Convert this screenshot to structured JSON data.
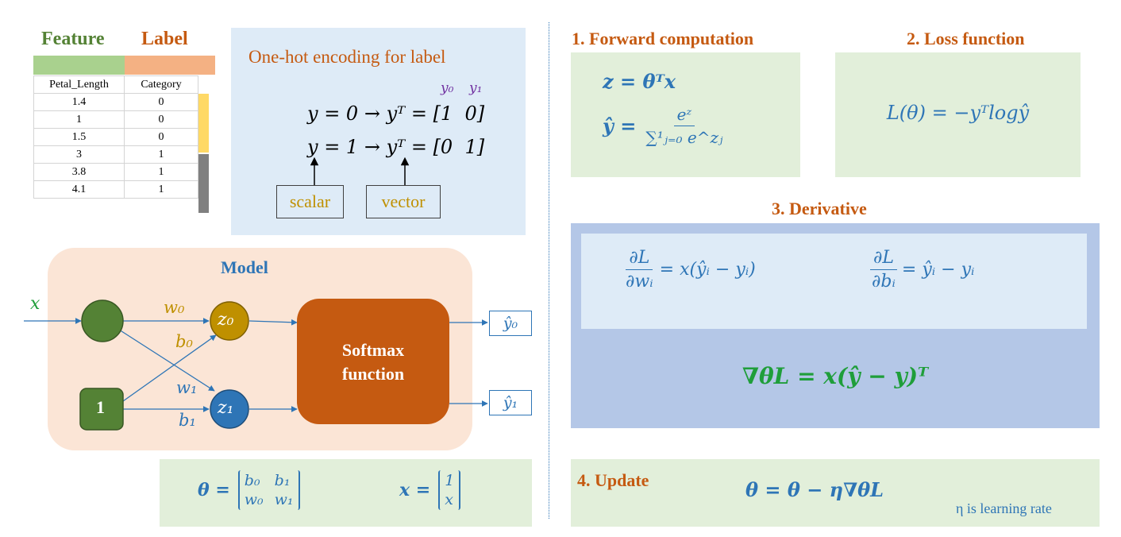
{
  "table": {
    "feature_header": "Feature",
    "label_header": "Label",
    "columns": [
      "Petal_Length",
      "Category"
    ],
    "rows": [
      [
        "1.4",
        "0"
      ],
      [
        "1",
        "0"
      ],
      [
        "1.5",
        "0"
      ],
      [
        "3",
        "1"
      ],
      [
        "3.8",
        "1"
      ],
      [
        "4.1",
        "1"
      ]
    ]
  },
  "onehot": {
    "title": "One-hot encoding for label",
    "y0": "y₀",
    "y1": "y₁",
    "eq0": "y = 0 → yᵀ = [1  0]",
    "eq1": "y = 1 → yᵀ = [0  1]",
    "scalar_label": "scalar",
    "vector_label": "vector"
  },
  "model": {
    "title": "Model",
    "input_x": "x",
    "bias_node": "1",
    "w0": "w₀",
    "b0": "b₀",
    "w1": "w₁",
    "b1": "b₁",
    "z0": "z₀",
    "z1": "z₁",
    "softmax_line1": "Softmax",
    "softmax_line2": "function",
    "yhat0": "ŷ₀",
    "yhat1": "ŷ₁"
  },
  "params": {
    "theta_lhs": "θ =",
    "theta": [
      [
        "b₀",
        "b₁"
      ],
      [
        "w₀",
        "w₁"
      ]
    ],
    "x_lhs": "x =",
    "x": [
      "1",
      "x"
    ]
  },
  "forward": {
    "title": "1. Forward computation",
    "eq1": "z = θᵀx",
    "yhat_lhs": "ŷ =",
    "numerator": "eᶻ",
    "denominator": "∑¹ⱼ₌₀ e^zⱼ"
  },
  "loss": {
    "title": "2. Loss function",
    "eq": "L(θ) = −yᵀlogŷ"
  },
  "derivative": {
    "title": "3. Derivative",
    "dL": "∂L",
    "dw": "∂wᵢ",
    "rhs_w": "= x(ŷᵢ − yᵢ)",
    "db": "∂bᵢ",
    "rhs_b": "= ŷᵢ − yᵢ",
    "gradient": "∇θL = x(ŷ − y)ᵀ"
  },
  "update": {
    "title": "4. Update",
    "eq": "θ = θ − η∇θL",
    "note": "η is learning rate"
  },
  "colors": {
    "orange": "#c55a11",
    "blue": "#2e75b6",
    "gold": "#bf9000",
    "green_text": "#1f9e3a",
    "softmax_fill": "#c55a11",
    "node_green": "#548235",
    "z0_fill": "#bf9000",
    "z1_fill": "#2e75b6",
    "yellow_bar": "#ffd966",
    "gray_bar": "#808080"
  }
}
